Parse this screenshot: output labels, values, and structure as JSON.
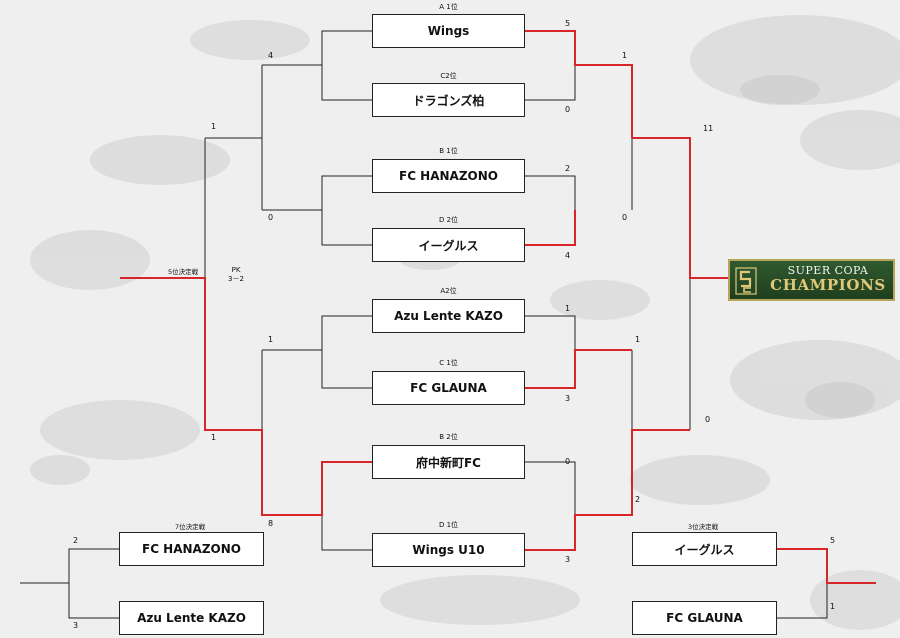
{
  "teams": {
    "qf1_top": "Wings",
    "qf1_bottom": "ドラゴンズ柏",
    "qf2_top": "FC HANAZONO",
    "qf2_bottom": "イーグルス",
    "qf3_top": "Azu Lente KAZO",
    "qf3_bottom": "FC GLAUNA",
    "qf4_top": "府中新町FC",
    "qf4_bottom": "Wings U10",
    "p7_top": "FC HANAZONO",
    "p7_bottom": "Azu Lente KAZO",
    "p3_top": "イーグルス",
    "p3_bottom": "FC GLAUNA"
  },
  "seeds": {
    "qf1_top": "A 1位",
    "qf1_bottom": "C2位",
    "qf2_top": "B 1位",
    "qf2_bottom": "D 2位",
    "qf3_top": "A2位",
    "qf3_bottom": "C 1位",
    "qf4_top": "B 2位",
    "qf4_bottom": "D 1位"
  },
  "scores": {
    "qf1_top": "5",
    "qf1_bottom": "0",
    "qf2_top": "2",
    "qf2_bottom": "4",
    "qf3_top": "1",
    "qf3_bottom": "3",
    "qf4_top": "0",
    "qf4_bottom": "3",
    "sf1_top": "1",
    "sf1_bottom": "0",
    "sf2_top": "1",
    "sf2_bottom": "2",
    "final_top": "11",
    "final_bottom": "0",
    "c_top": "4",
    "c_bottom": "0",
    "d_top": "1",
    "d_bottom": "8",
    "p5_top": "1",
    "p5_bottom": "1",
    "p7_top": "2",
    "p7_bottom": "3",
    "p3_top": "5",
    "p3_bottom": "1"
  },
  "labels": {
    "fifth_place": "5位決定戦",
    "pk_line1": "PK",
    "pk_line2": "3－2",
    "seventh_place": "7位決定戦",
    "third_place": "3位決定戦"
  },
  "champion_badge": {
    "line1": "SUPER COPA",
    "line2": "CHAMPIONS",
    "logo_text": "SC"
  },
  "colors": {
    "winner_line": "#d6262a",
    "bracket_line": "#222222",
    "badge_green": "#2f5a2e",
    "badge_gold": "#e0c878"
  }
}
